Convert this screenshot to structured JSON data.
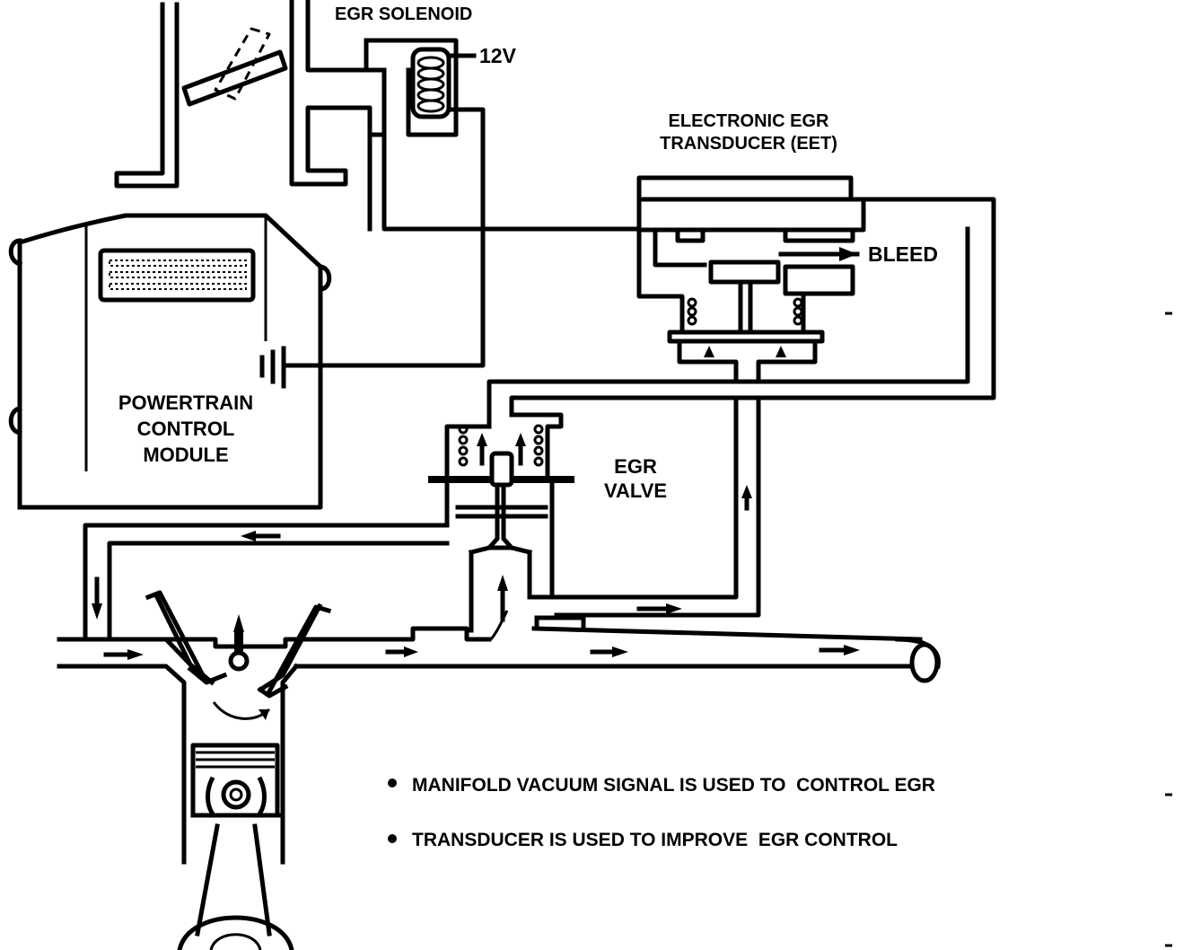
{
  "labels": {
    "egr_solenoid": "EGR SOLENOID",
    "voltage": "12V",
    "eet_line1": "ELECTRONIC EGR",
    "eet_line2": "TRANSDUCER (EET)",
    "bleed": "BLEED",
    "pcm_line1": "POWERTRAIN",
    "pcm_line2": "CONTROL",
    "pcm_line3": "MODULE",
    "egr_valve_line1": "EGR",
    "egr_valve_line2": "VALVE"
  },
  "notes": [
    "MANIFOLD VACUUM SIGNAL IS USED TO  CONTROL EGR",
    "TRANSDUCER IS USED TO IMPROVE  EGR CONTROL"
  ],
  "colors": {
    "line": "#000000",
    "background": "#ffffff"
  }
}
